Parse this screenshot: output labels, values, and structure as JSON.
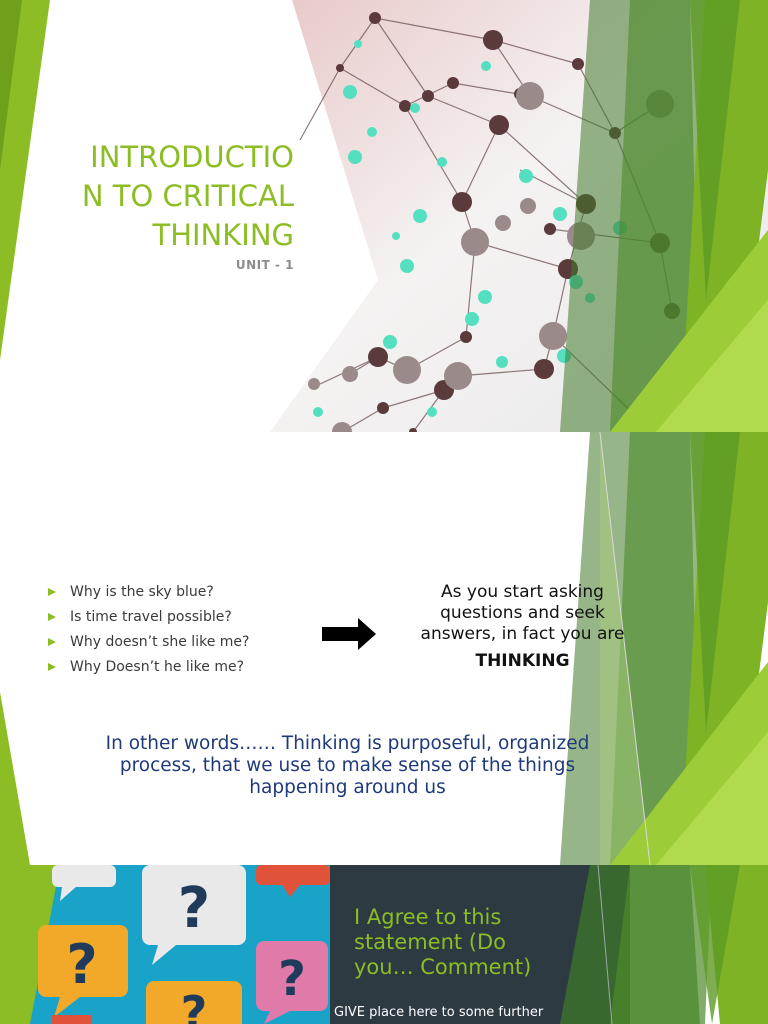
{
  "slide1": {
    "title_lines": [
      "INTRODUCTIO",
      "N TO CRITICAL",
      "THINKING"
    ],
    "subtitle": "UNIT - 1"
  },
  "slide2": {
    "questions": [
      "Why is the sky blue?",
      "Is time travel possible?",
      "Why doesn’t she like me?",
      "Why Doesn’t he like me?"
    ],
    "answer_lines": [
      "As you start asking",
      "questions and seek",
      "answers, in fact you are"
    ],
    "answer_emphasis": "THINKING",
    "definition_lines": [
      "In other words…… Thinking is purposeful, organized",
      "process, that we use to make sense of the things",
      "happening around us"
    ]
  },
  "slide3": {
    "title_lines": [
      "I Agree to this",
      "statement (Do",
      "you… Comment)"
    ],
    "body": "GIVE place here to some further"
  },
  "colors": {
    "accent_green": "#8cbd24",
    "definition_blue": "#1f3a7a",
    "panel_dark": "#2d3a42",
    "question_bg": "#1aa3c8"
  },
  "icons": [
    "bullet-triangle-icon",
    "right-arrow-icon",
    "question-bubble-icon",
    "network-graphic"
  ]
}
